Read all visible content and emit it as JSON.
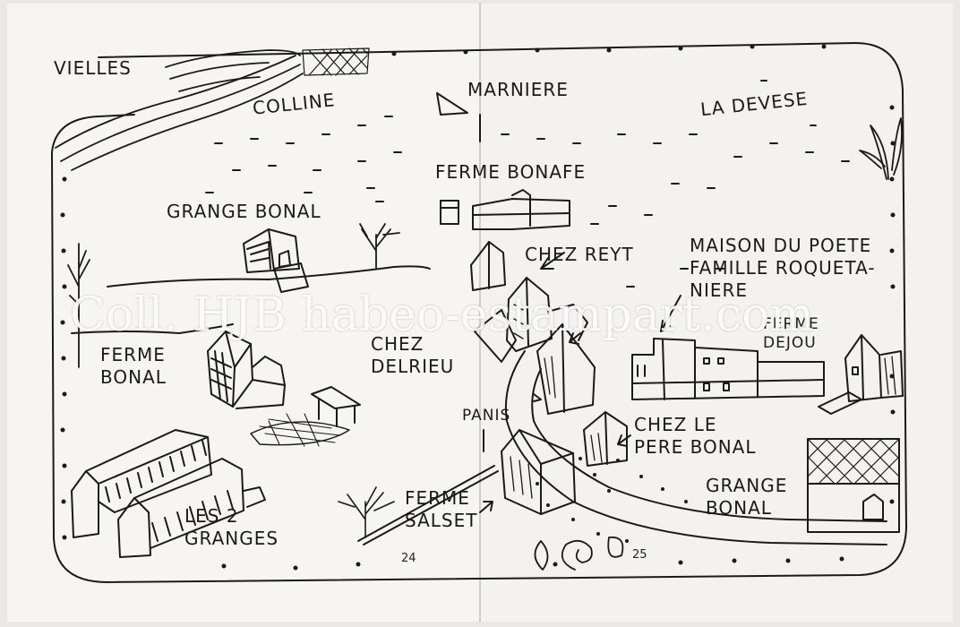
{
  "map": {
    "places": {
      "vielles": "VIELLES",
      "colline": "COLLINE",
      "marniere": "MARNIERE",
      "la_devese": "LA DEVESE",
      "ferme_bonafe": "FERME BONAFE",
      "grange_bonal_top": "GRANGE BONAL",
      "chez_reyt": "CHEZ REYT",
      "maison_du_poete": "MAISON DU POETE\nFAMILLE ROQUETA-\nNIERE",
      "ferme_bonal": "FERME\nBONAL",
      "chez_delrieu": "CHEZ\nDELRIEU",
      "ferme_de_jou": "FERME\nDEJOU",
      "panis": "PANIS",
      "chez_le_pere_bonal": "CHEZ LE\nPERE BONAL",
      "grange_bonal_bottom": "GRANGE\nBONAL",
      "les_2_granges": "LES 2\nGRANGES",
      "ferme_salset": "FERME\nSALSET"
    },
    "page_left": "24",
    "page_right": "25"
  },
  "watermark": "Coll. HJB habeo-estampart.com",
  "colors": {
    "ink": "#1a1a1a",
    "paper": "#f6f5f2",
    "spread_bg": "#e9e8e5"
  }
}
